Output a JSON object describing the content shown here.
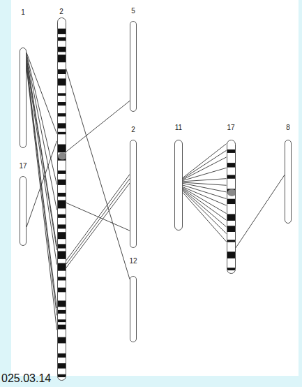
{
  "diagram": {
    "nodes": [
      {
        "text": [
          "1"
        ]
      },
      {
        "text": [
          "17"
        ]
      },
      {
        "text": [
          "2"
        ]
      },
      {
        "text": [
          "5"
        ]
      },
      {
        "text": [
          "2"
        ]
      },
      {
        "text": [
          "12"
        ]
      },
      {
        "text": [
          "11"
        ]
      },
      {
        "text": [
          "17"
        ]
      },
      {
        "text": [
          "8"
        ]
      }
    ],
    "edges": [
      {
        "from": 0,
        "to": 2,
        "arrow": "none"
      },
      {
        "from": 0,
        "to": 2,
        "arrow": "none"
      },
      {
        "from": 0,
        "to": 2,
        "arrow": "none"
      },
      {
        "from": 0,
        "to": 2,
        "arrow": "none"
      },
      {
        "from": 0,
        "to": 2,
        "arrow": "none"
      },
      {
        "from": 0,
        "to": 2,
        "arrow": "none"
      },
      {
        "from": 0,
        "to": 2,
        "arrow": "none"
      },
      {
        "from": 0,
        "to": 2,
        "arrow": "none"
      },
      {
        "from": 0,
        "to": 2,
        "arrow": "none"
      },
      {
        "from": 1,
        "to": 2,
        "arrow": "none"
      },
      {
        "from": 2,
        "to": 3,
        "arrow": "none"
      },
      {
        "from": 2,
        "to": 4,
        "arrow": "none"
      },
      {
        "from": 2,
        "to": 4,
        "arrow": "none"
      },
      {
        "from": 2,
        "to": 4,
        "arrow": "none"
      },
      {
        "from": 2,
        "to": 4,
        "arrow": "none"
      },
      {
        "from": 2,
        "to": 5,
        "arrow": "none"
      },
      {
        "from": 6,
        "to": 7,
        "arrow": "none"
      },
      {
        "from": 6,
        "to": 7,
        "arrow": "none"
      },
      {
        "from": 6,
        "to": 7,
        "arrow": "none"
      },
      {
        "from": 6,
        "to": 7,
        "arrow": "none"
      },
      {
        "from": 6,
        "to": 7,
        "arrow": "none"
      },
      {
        "from": 6,
        "to": 7,
        "arrow": "none"
      },
      {
        "from": 6,
        "to": 7,
        "arrow": "none"
      },
      {
        "from": 6,
        "to": 7,
        "arrow": "none"
      },
      {
        "from": 6,
        "to": 7,
        "arrow": "none"
      },
      {
        "from": 6,
        "to": 7,
        "arrow": "none"
      },
      {
        "from": 6,
        "to": 7,
        "arrow": "none"
      },
      {
        "from": 6,
        "to": 7,
        "arrow": "none"
      },
      {
        "from": 6,
        "to": 7,
        "arrow": "none"
      },
      {
        "from": 6,
        "to": 7,
        "arrow": "none"
      },
      {
        "from": 7,
        "to": 8,
        "arrow": "none"
      }
    ],
    "labels": [
      "025.03.14"
    ]
  }
}
